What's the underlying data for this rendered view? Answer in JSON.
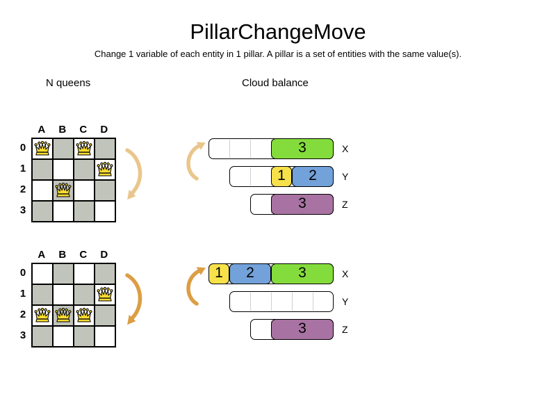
{
  "title": "PillarChangeMove",
  "subtitle": "Change 1 variable of each entity in 1 pillar. A pillar is a set of entities with the same value(s).",
  "sections": {
    "nqueens_label": "N queens",
    "cloud_label": "Cloud balance"
  },
  "nqueens": {
    "column_labels": [
      "A",
      "B",
      "C",
      "D"
    ],
    "row_labels": [
      "0",
      "1",
      "2",
      "3"
    ],
    "boards": [
      {
        "name": "before",
        "queens": [
          {
            "col": 0,
            "row": 0
          },
          {
            "col": 2,
            "row": 0
          },
          {
            "col": 3,
            "row": 1
          },
          {
            "col": 1,
            "row": 2
          }
        ]
      },
      {
        "name": "after",
        "queens": [
          {
            "col": 3,
            "row": 1
          },
          {
            "col": 0,
            "row": 2
          },
          {
            "col": 1,
            "row": 2
          },
          {
            "col": 2,
            "row": 2
          }
        ]
      }
    ]
  },
  "cloud": {
    "states": [
      {
        "name": "before",
        "rows": [
          {
            "computer": "X",
            "capacity": 6,
            "processes": [
              {
                "label": "3",
                "size": 3,
                "color": "green"
              }
            ]
          },
          {
            "computer": "Y",
            "capacity": 5,
            "processes": [
              {
                "label": "1",
                "size": 1,
                "color": "yellow"
              },
              {
                "label": "2",
                "size": 2,
                "color": "blue"
              }
            ]
          },
          {
            "computer": "Z",
            "capacity": 4,
            "processes": [
              {
                "label": "3",
                "size": 3,
                "color": "purple"
              }
            ]
          }
        ]
      },
      {
        "name": "after",
        "rows": [
          {
            "computer": "X",
            "capacity": 6,
            "processes": [
              {
                "label": "1",
                "size": 1,
                "color": "yellow"
              },
              {
                "label": "2",
                "size": 2,
                "color": "blue"
              },
              {
                "label": "3",
                "size": 3,
                "color": "green"
              }
            ]
          },
          {
            "computer": "Y",
            "capacity": 5,
            "processes": []
          },
          {
            "computer": "Z",
            "capacity": 4,
            "processes": [
              {
                "label": "3",
                "size": 3,
                "color": "purple"
              }
            ]
          }
        ]
      }
    ]
  },
  "colors": {
    "green": "#84DC3C",
    "yellow": "#F7E14B",
    "blue": "#73A1D9",
    "purple": "#A873A2",
    "board_dark_cell": "#C1C4BB",
    "queen_gold": "#FFDE2E",
    "arrow_before": "#EAC68C",
    "arrow_after": "#DC9E44"
  }
}
